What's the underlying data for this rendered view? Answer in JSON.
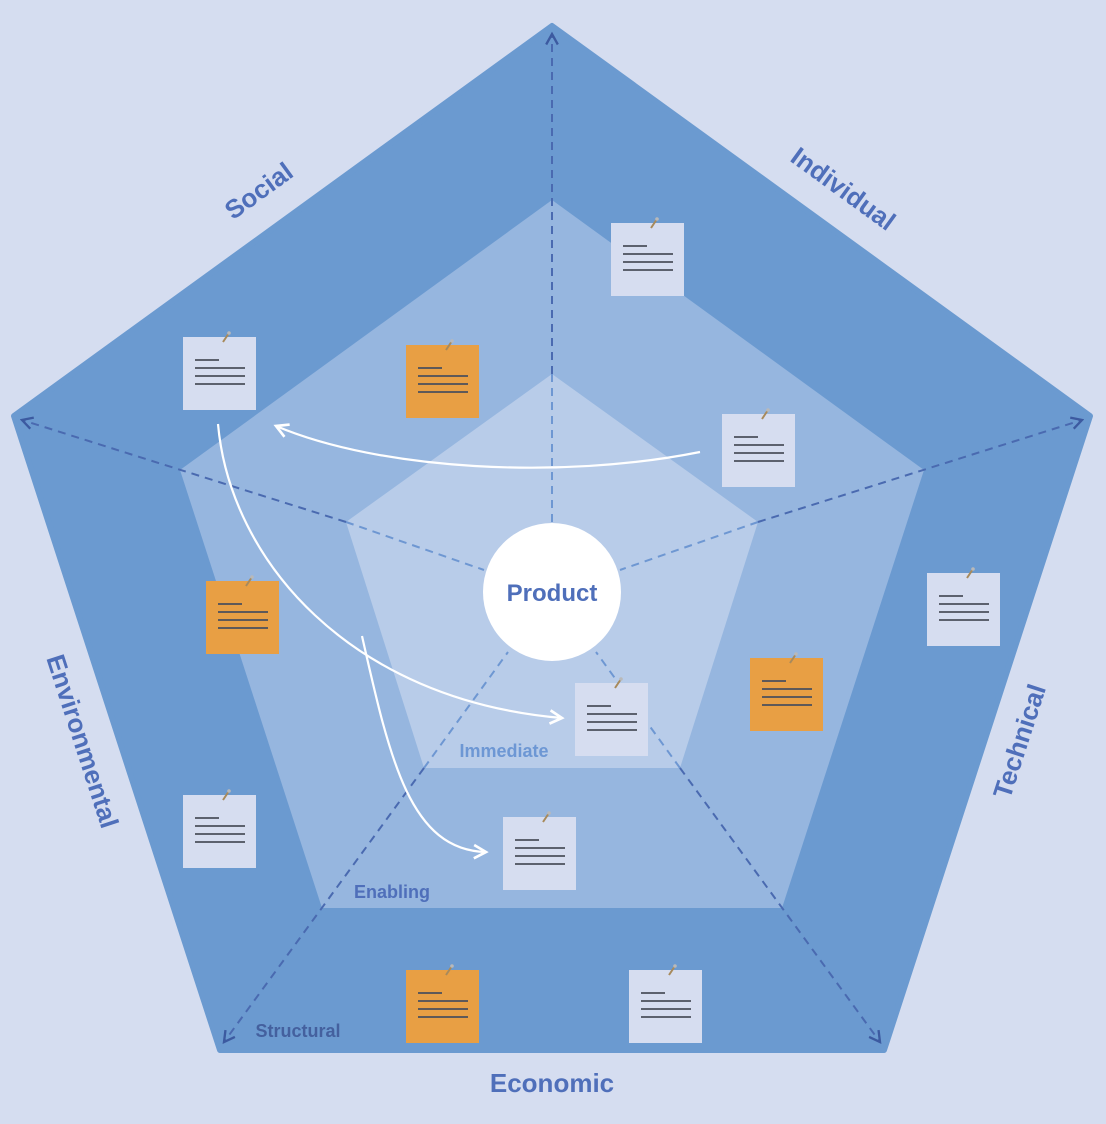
{
  "center": {
    "label": "Product"
  },
  "dimensions": {
    "top_left": "Social",
    "top_right": "Individual",
    "right": "Technical",
    "bottom": "Economic",
    "left": "Environmental"
  },
  "levels": {
    "inner": "Immediate",
    "middle": "Enabling",
    "outer": "Structural"
  },
  "colors": {
    "background": "#d5ddf0",
    "outer_ring": "#6b9ad0",
    "middle_ring": "#96b6df",
    "inner_ring": "#b8cce9",
    "label": "#4f6fba",
    "note_light": "#d6ddf0",
    "note_orange": "#e89f44",
    "axis": "#4a6ab0",
    "arrow": "#ffffff"
  },
  "notes": [
    {
      "color": "light",
      "position": "outer, between Social and Individual"
    },
    {
      "color": "light",
      "position": "outer, Social side"
    },
    {
      "color": "orange",
      "position": "middle, Social side"
    },
    {
      "color": "light",
      "position": "middle, Individual side"
    },
    {
      "color": "light",
      "position": "outer, Technical side"
    },
    {
      "color": "orange",
      "position": "middle, Technical side"
    },
    {
      "color": "orange",
      "position": "middle, Environmental side"
    },
    {
      "color": "light",
      "position": "inner, bottom"
    },
    {
      "color": "light",
      "position": "middle, bottom"
    },
    {
      "color": "light",
      "position": "outer, Environmental side"
    },
    {
      "color": "orange",
      "position": "outer, Economic left"
    },
    {
      "color": "light",
      "position": "outer, Economic right"
    }
  ]
}
